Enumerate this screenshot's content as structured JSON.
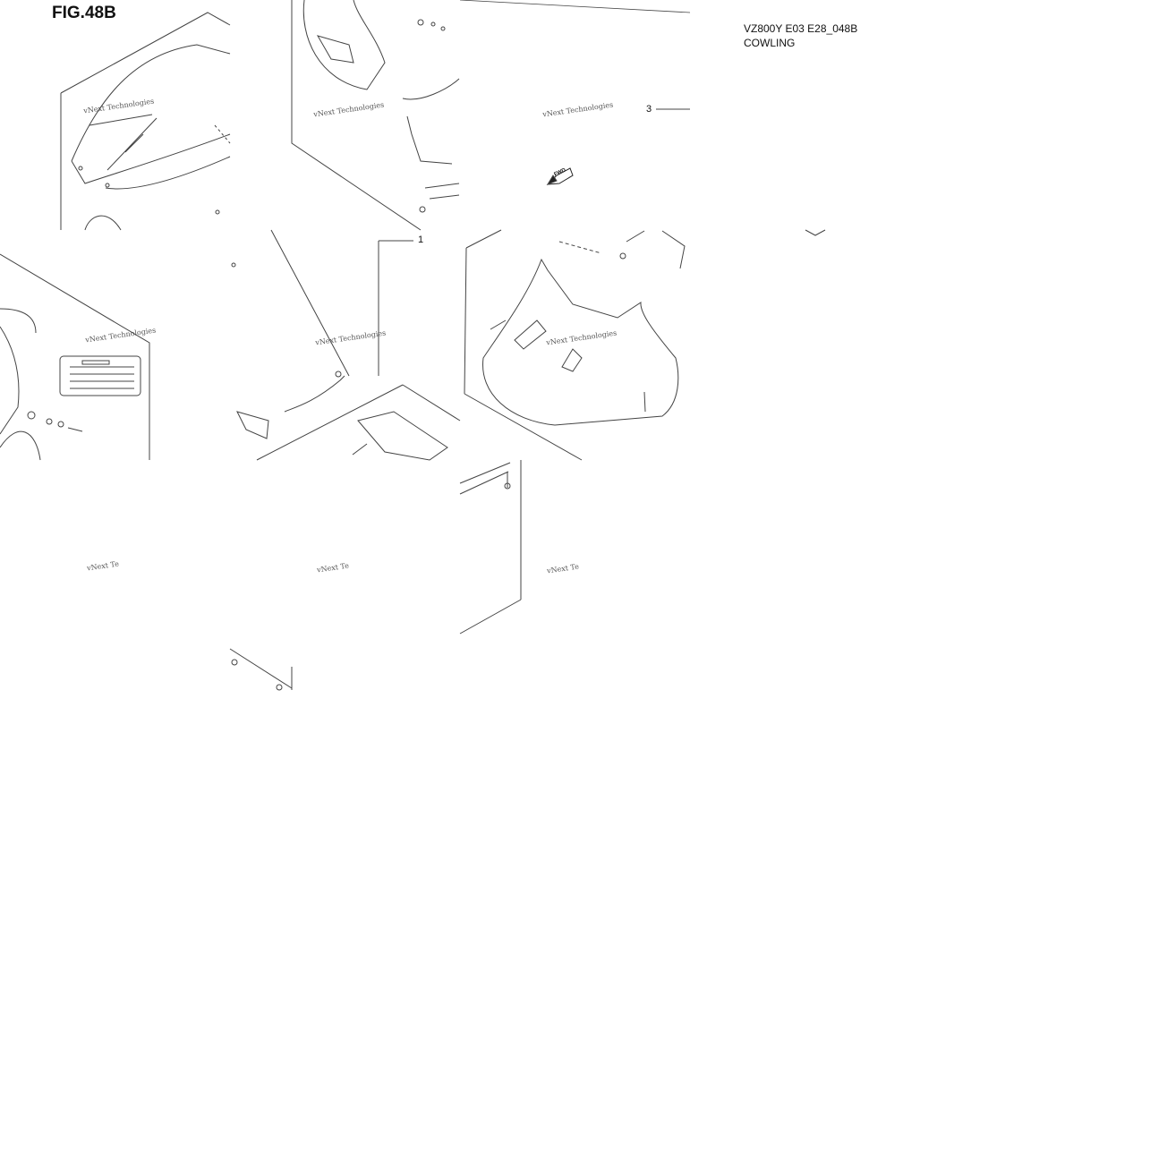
{
  "figure": {
    "title": "FIG.48B",
    "model_code": "VZ800Y E03 E28_048B",
    "group_name": "COWLING"
  },
  "callouts": [
    {
      "label": "1"
    },
    {
      "label": "3"
    }
  ],
  "badge": {
    "fwd_label": "FWD"
  },
  "watermark": {
    "text": "vNext Technologies",
    "text_cropped": "vNext Te"
  }
}
